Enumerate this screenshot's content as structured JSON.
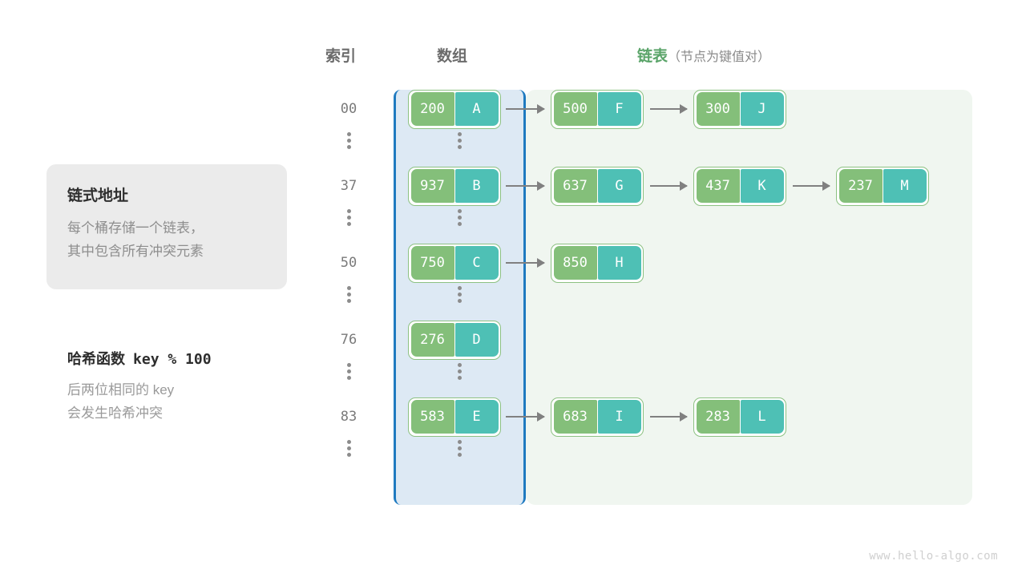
{
  "headers": {
    "index": "索引",
    "array": "数组",
    "list": "链表",
    "list_sub": "（节点为键值对）"
  },
  "info_card": {
    "title": "链式地址",
    "line1": "每个桶存储一个链表，",
    "line2": "其中包含所有冲突元素"
  },
  "hash_note": {
    "title_label": "哈希函数",
    "title_expr": "key % 100",
    "line1": "后两位相同的  key",
    "line2": "会发生哈希冲突"
  },
  "dots_glyph": "⋮",
  "watermark": "www.hello-algo.com",
  "colors": {
    "key_box": "#84bf7a",
    "value_box": "#4ec0b5",
    "node_border": "#8cc182",
    "array_zone_bg": "#dde9f4",
    "array_zone_border": "#1f7ac0",
    "list_zone_bg": "#f0f6f0",
    "arrow": "#808080",
    "list_header": "#5aa469",
    "index_text": "#7a7a7a"
  },
  "buckets": [
    {
      "index": "00",
      "nodes": [
        {
          "key": "200",
          "value": "A"
        },
        {
          "key": "500",
          "value": "F"
        },
        {
          "key": "300",
          "value": "J"
        }
      ]
    },
    {
      "index": "37",
      "nodes": [
        {
          "key": "937",
          "value": "B"
        },
        {
          "key": "637",
          "value": "G"
        },
        {
          "key": "437",
          "value": "K"
        },
        {
          "key": "237",
          "value": "M"
        }
      ]
    },
    {
      "index": "50",
      "nodes": [
        {
          "key": "750",
          "value": "C"
        },
        {
          "key": "850",
          "value": "H"
        }
      ]
    },
    {
      "index": "76",
      "nodes": [
        {
          "key": "276",
          "value": "D"
        }
      ]
    },
    {
      "index": "83",
      "nodes": [
        {
          "key": "583",
          "value": "E"
        },
        {
          "key": "683",
          "value": "I"
        },
        {
          "key": "283",
          "value": "L"
        }
      ]
    }
  ]
}
